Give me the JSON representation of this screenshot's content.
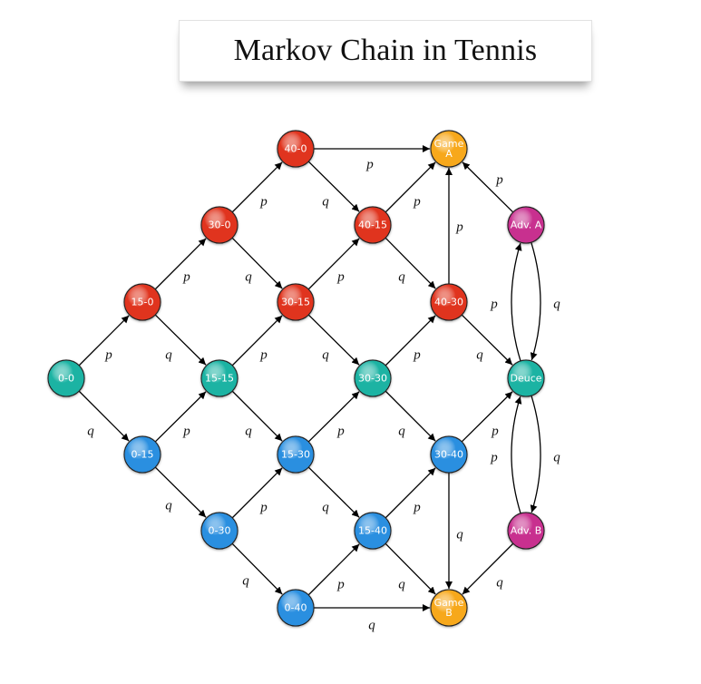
{
  "title": "Markov Chain in Tennis",
  "colors": {
    "server_leads": "#e0341e",
    "tied": "#1cb3a3",
    "receiver_leads": "#2a8fe0",
    "game": "#f7a81b",
    "advantage": "#c8308f"
  },
  "nodes": [
    {
      "id": "0-0",
      "label": "0-0",
      "group": "tied"
    },
    {
      "id": "15-0",
      "label": "15-0",
      "group": "server_leads"
    },
    {
      "id": "0-15",
      "label": "0-15",
      "group": "receiver_leads"
    },
    {
      "id": "30-0",
      "label": "30-0",
      "group": "server_leads"
    },
    {
      "id": "15-15",
      "label": "15-15",
      "group": "tied"
    },
    {
      "id": "0-30",
      "label": "0-30",
      "group": "receiver_leads"
    },
    {
      "id": "40-0",
      "label": "40-0",
      "group": "server_leads"
    },
    {
      "id": "30-15",
      "label": "30-15",
      "group": "server_leads"
    },
    {
      "id": "15-30",
      "label": "15-30",
      "group": "receiver_leads"
    },
    {
      "id": "0-40",
      "label": "0-40",
      "group": "receiver_leads"
    },
    {
      "id": "40-15",
      "label": "40-15",
      "group": "server_leads"
    },
    {
      "id": "30-30",
      "label": "30-30",
      "group": "tied"
    },
    {
      "id": "15-40",
      "label": "15-40",
      "group": "receiver_leads"
    },
    {
      "id": "40-30",
      "label": "40-30",
      "group": "server_leads"
    },
    {
      "id": "30-40",
      "label": "30-40",
      "group": "receiver_leads"
    },
    {
      "id": "game-a",
      "label": [
        "Game",
        "A"
      ],
      "group": "game"
    },
    {
      "id": "game-b",
      "label": [
        "Game",
        "B"
      ],
      "group": "game"
    },
    {
      "id": "adv-a",
      "label": "Adv. A",
      "group": "advantage"
    },
    {
      "id": "deuce",
      "label": "Deuce",
      "group": "tied"
    },
    {
      "id": "adv-b",
      "label": "Adv. B",
      "group": "advantage"
    }
  ],
  "edges": [
    {
      "from": "0-0",
      "to": "15-0",
      "label": "p"
    },
    {
      "from": "0-0",
      "to": "0-15",
      "label": "q"
    },
    {
      "from": "15-0",
      "to": "30-0",
      "label": "p"
    },
    {
      "from": "15-0",
      "to": "15-15",
      "label": "q"
    },
    {
      "from": "0-15",
      "to": "15-15",
      "label": "p"
    },
    {
      "from": "0-15",
      "to": "0-30",
      "label": "q"
    },
    {
      "from": "30-0",
      "to": "40-0",
      "label": "p"
    },
    {
      "from": "30-0",
      "to": "30-15",
      "label": "q"
    },
    {
      "from": "15-15",
      "to": "30-15",
      "label": "p"
    },
    {
      "from": "15-15",
      "to": "15-30",
      "label": "q"
    },
    {
      "from": "0-30",
      "to": "15-30",
      "label": "p"
    },
    {
      "from": "0-30",
      "to": "0-40",
      "label": "q"
    },
    {
      "from": "40-0",
      "to": "game-a",
      "label": "p"
    },
    {
      "from": "40-0",
      "to": "40-15",
      "label": "q"
    },
    {
      "from": "30-15",
      "to": "40-15",
      "label": "p"
    },
    {
      "from": "30-15",
      "to": "30-30",
      "label": "q"
    },
    {
      "from": "15-30",
      "to": "30-30",
      "label": "p"
    },
    {
      "from": "15-30",
      "to": "15-40",
      "label": "q"
    },
    {
      "from": "0-40",
      "to": "15-40",
      "label": "p"
    },
    {
      "from": "0-40",
      "to": "game-b",
      "label": "q"
    },
    {
      "from": "40-15",
      "to": "game-a",
      "label": "p"
    },
    {
      "from": "40-15",
      "to": "40-30",
      "label": "q"
    },
    {
      "from": "30-30",
      "to": "40-30",
      "label": "p"
    },
    {
      "from": "30-30",
      "to": "30-40",
      "label": "q"
    },
    {
      "from": "15-40",
      "to": "30-40",
      "label": "p"
    },
    {
      "from": "15-40",
      "to": "game-b",
      "label": "q"
    },
    {
      "from": "40-30",
      "to": "game-a",
      "label": "p"
    },
    {
      "from": "40-30",
      "to": "deuce",
      "label": "q"
    },
    {
      "from": "30-40",
      "to": "deuce",
      "label": "p"
    },
    {
      "from": "30-40",
      "to": "game-b",
      "label": "q"
    },
    {
      "from": "adv-a",
      "to": "game-a",
      "label": "p"
    },
    {
      "from": "adv-a",
      "to": "deuce",
      "label": "q"
    },
    {
      "from": "deuce",
      "to": "adv-a",
      "label": "p"
    },
    {
      "from": "deuce",
      "to": "adv-b",
      "label": "q"
    },
    {
      "from": "adv-b",
      "to": "deuce",
      "label": "p"
    },
    {
      "from": "adv-b",
      "to": "game-b",
      "label": "q"
    }
  ]
}
